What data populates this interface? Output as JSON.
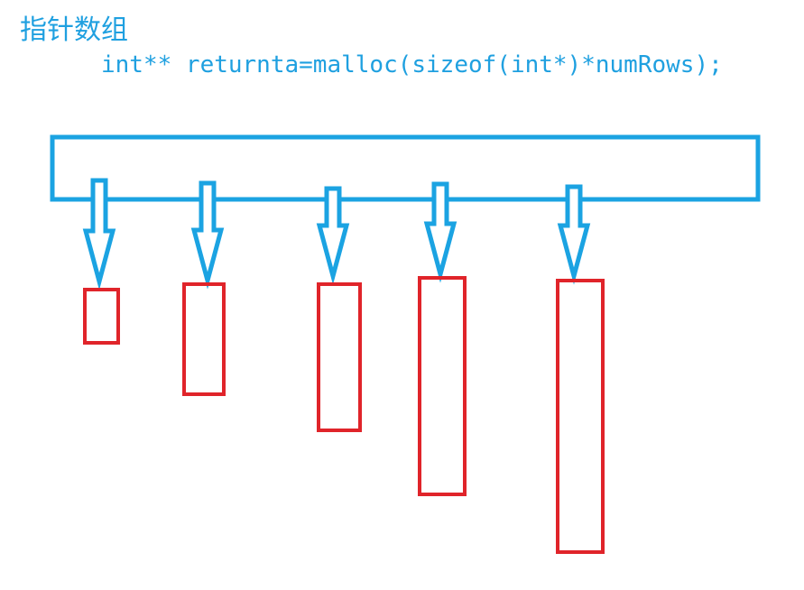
{
  "title": "指针数组",
  "code": "int** returnta=malloc(sizeof(int*)*numRows);",
  "colors": {
    "text": "#1fa0e0",
    "pointer_array": "#1ba3e2",
    "arrow": "#1ba3e2",
    "row_block": "#e0242a"
  },
  "row_count": 5
}
